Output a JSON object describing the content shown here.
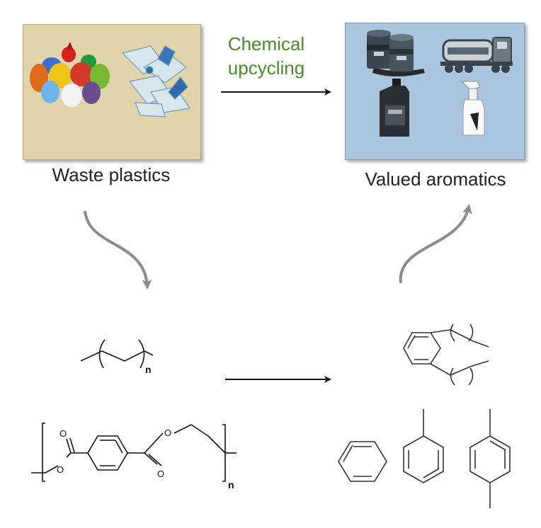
{
  "labels": {
    "waste": "Waste plastics",
    "valued": "Valued aromatics",
    "process_line1": "Chemical",
    "process_line2": "upcycling"
  },
  "structures": {
    "polymer_repeat_subscript": "n",
    "pet_carbonyl_o": "O",
    "pet_ester_o": "O"
  },
  "product_icons": [
    "oil-barrels-icon",
    "tanker-truck-icon",
    "motor-oil-bottle-icon",
    "spray-bottle-icon"
  ],
  "colors": {
    "waste_panel": "#e2d4aa",
    "valued_panel": "#a9c6de",
    "process_text": "#4a8a2a",
    "curved_arrow": "#8c8c8c",
    "straight_arrow": "#111111"
  }
}
